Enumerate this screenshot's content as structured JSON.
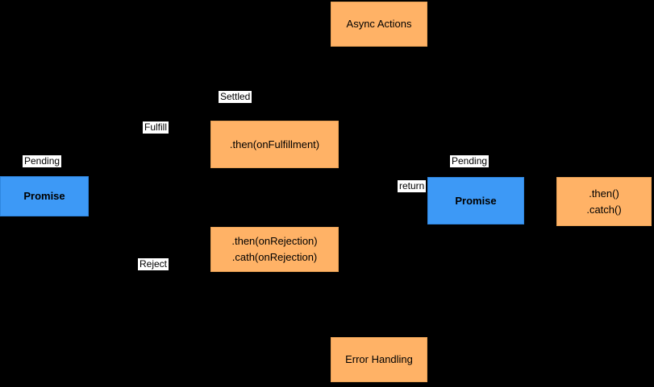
{
  "colors": {
    "background": "#000000",
    "node_orange_fill": "#FFB266",
    "node_blue_fill": "#3D99F6",
    "edge_label_background": "#FFFFFF",
    "text": "#000000"
  },
  "diagram": {
    "nodes": {
      "async_actions": {
        "label": "Async Actions"
      },
      "then_fulfillment": {
        "label": ".then(onFulfillment)"
      },
      "promise_left": {
        "label": "Promise"
      },
      "then_rejection": {
        "line1": ".then(onRejection)",
        "line2": ".cath(onRejection)"
      },
      "promise_right": {
        "label": "Promise"
      },
      "then_catch": {
        "line1": ".then()",
        "line2": ".catch()"
      },
      "error_handling": {
        "label": "Error Handling"
      }
    },
    "labels": {
      "settled": "Settled",
      "fulfill": "Fulfill",
      "pending_left": "Pending",
      "pending_right": "Pending",
      "return_label": "return",
      "reject": "Reject"
    }
  }
}
